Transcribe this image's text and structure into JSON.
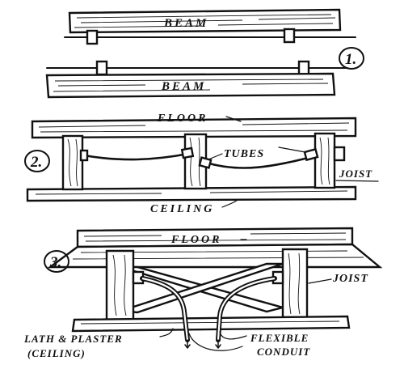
{
  "figure_numbers": [
    "1.",
    "2.",
    "3."
  ],
  "labels": {
    "beam_top": "BEAM",
    "beam_bottom": "BEAM",
    "floor_2": "FLOOR",
    "tubes": "TUBES",
    "joist_2": "JOIST",
    "ceiling_2": "CEILING",
    "floor_3": "FLOOR",
    "joist_3": "JOIST",
    "lath_line1": "LATH & PLASTER",
    "lath_line2": "(CEILING)",
    "flex_line1": "FLEXIBLE",
    "flex_line2": "CONDUIT"
  },
  "colors": {
    "ink": "#111111",
    "paper": "#ffffff"
  }
}
